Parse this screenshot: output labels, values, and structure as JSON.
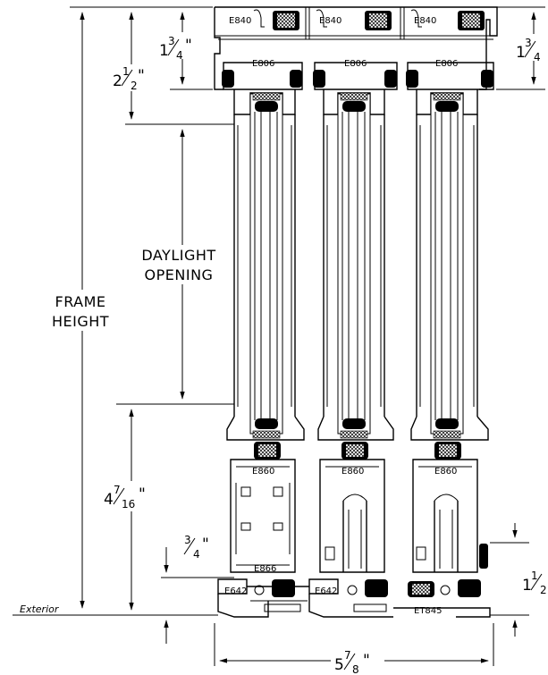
{
  "dimensions": {
    "top_left_small": {
      "whole": "1",
      "num": "3",
      "den": "4",
      "unit": "\""
    },
    "top_left_large": {
      "whole": "2",
      "num": "1",
      "den": "2",
      "unit": "\""
    },
    "top_right": {
      "whole": "1",
      "num": "3",
      "den": "4",
      "unit": ""
    },
    "daylight_opening": [
      "DAYLIGHT",
      "OPENING"
    ],
    "frame_height": [
      "FRAME",
      "HEIGHT"
    ],
    "bottom_left": {
      "whole": "4",
      "num": "7",
      "den": "16",
      "unit": "\""
    },
    "sill_left": {
      "whole": "",
      "num": "3",
      "den": "4",
      "unit": "\""
    },
    "sill_right": {
      "whole": "1",
      "num": "1",
      "den": "2",
      "unit": ""
    },
    "overall_width": {
      "whole": "5",
      "num": "7",
      "den": "8",
      "unit": "\""
    }
  },
  "exterior_label": "Exterior",
  "part_labels": {
    "head": [
      "E840",
      "E840",
      "E840"
    ],
    "top_rail": [
      "E806",
      "E806",
      "E806"
    ],
    "bottom_rail": [
      "E860",
      "E860",
      "E860"
    ],
    "sill_left": "E642",
    "sill_mid": "E642",
    "sill_clip": "E866",
    "sill_track": "ET845"
  }
}
